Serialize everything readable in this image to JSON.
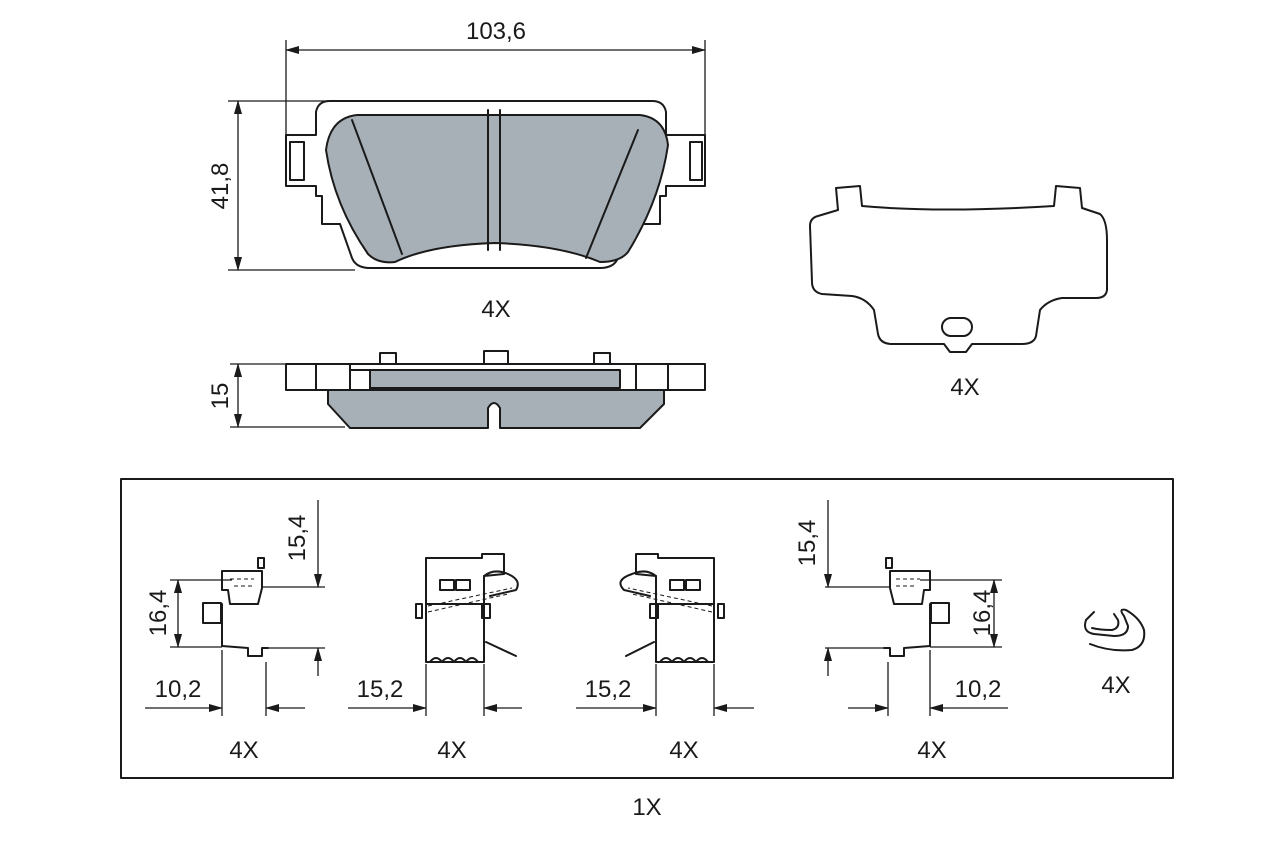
{
  "pad": {
    "width_dim": "103,6",
    "height_dim": "41,8",
    "quantity": "4X",
    "thickness_dim": "15"
  },
  "shim": {
    "quantity": "4X"
  },
  "clip_kit": {
    "clip1": {
      "height_a": "15,4",
      "height_b": "16,4",
      "width": "10,2",
      "quantity": "4X"
    },
    "clip2": {
      "width": "15,2",
      "quantity": "4X"
    },
    "clip3": {
      "width": "15,2",
      "quantity": "4X"
    },
    "clip4": {
      "height_a": "15,4",
      "height_b": "16,4",
      "width": "10,2",
      "quantity": "4X"
    },
    "spring": {
      "quantity": "4X"
    },
    "kit_quantity": "1X"
  }
}
